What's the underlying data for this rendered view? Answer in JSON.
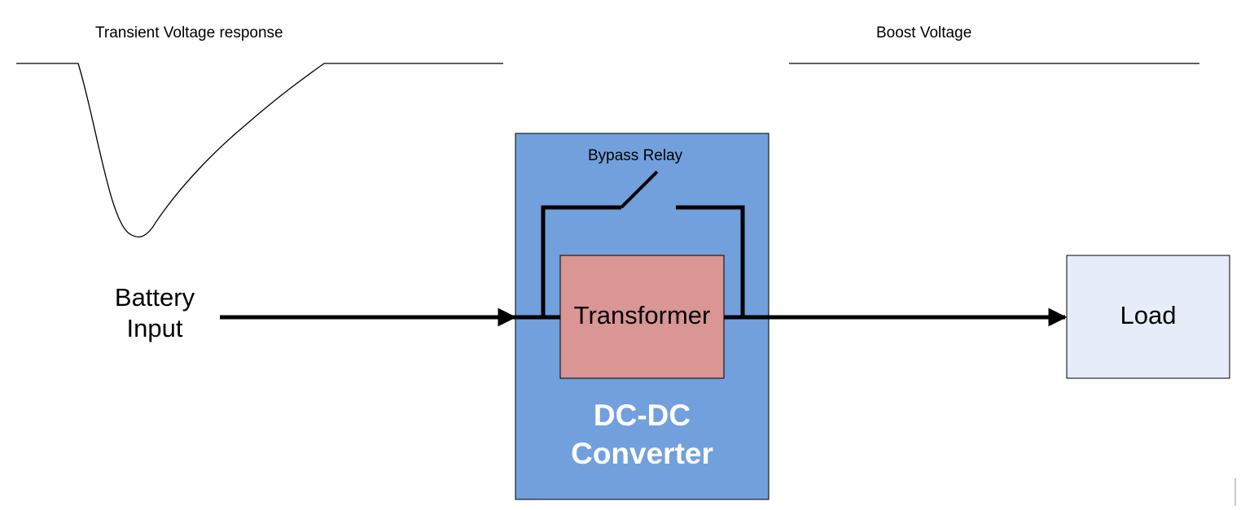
{
  "labels": {
    "transient_title": "Transient Voltage response",
    "boost_title": "Boost Voltage",
    "bypass_relay": "Bypass Relay",
    "battery_line1": "Battery",
    "battery_line2": "Input",
    "transformer": "Transformer",
    "converter_line1": "DC-DC",
    "converter_line2": "Converter",
    "load": "Load"
  },
  "colors": {
    "converter_fill": "#71a0dc",
    "transformer_fill": "#d99694",
    "load_fill": "#e6edf8",
    "wire": "#000000"
  }
}
